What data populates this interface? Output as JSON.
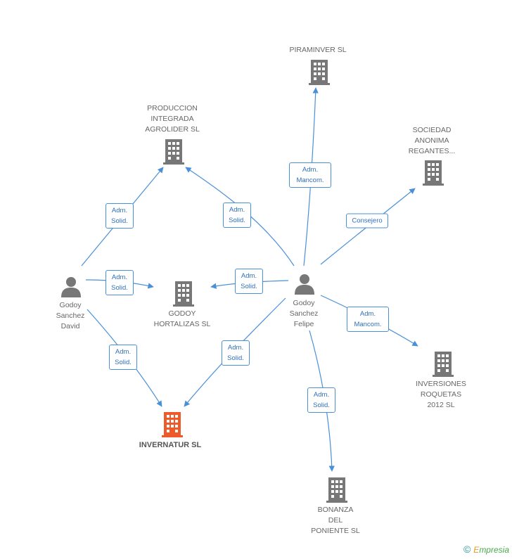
{
  "colors": {
    "edge": "#4a90d9",
    "building": "#777777",
    "focus_building": "#ee5a2a",
    "person": "#777777"
  },
  "nodes": {
    "piraminver": {
      "label": "PIRAMINVER SL",
      "icon": "building-icon"
    },
    "produccion": {
      "label": "PRODUCCION\nINTEGRADA\nAGROLIDER SL",
      "icon": "building-icon"
    },
    "sociedad": {
      "label": "SOCIEDAD\nANONIMA\nREGANTES...",
      "icon": "building-icon"
    },
    "david": {
      "label": "Godoy\nSanchez\nDavid",
      "icon": "person-icon"
    },
    "felipe": {
      "label": "Godoy\nSanchez\nFelipe",
      "icon": "person-icon"
    },
    "hortalizas": {
      "label": "GODOY\nHORTALIZAS SL",
      "icon": "building-icon"
    },
    "inversiones": {
      "label": "INVERSIONES\nROQUETAS\n2012 SL",
      "icon": "building-icon"
    },
    "invernatur": {
      "label": "INVERNATUR SL",
      "icon": "building-icon"
    },
    "bonanza": {
      "label": "BONANZA\nDEL\nPONIENTE SL",
      "icon": "building-icon"
    }
  },
  "edges": {
    "david_produccion": "Adm.\nSolid.",
    "felipe_produccion": "Adm.\nSolid.",
    "felipe_piraminver": "Adm.\nMancom.",
    "felipe_sociedad": "Consejero",
    "david_hortalizas": "Adm.\nSolid.",
    "felipe_hortalizas": "Adm.\nSolid.",
    "felipe_inversiones": "Adm.\nMancom.",
    "david_invernatur": "Adm.\nSolid.",
    "felipe_invernatur": "Adm.\nSolid.",
    "felipe_bonanza": "Adm.\nSolid."
  },
  "brand": {
    "copyright": "©",
    "name_e": "E",
    "name_rest": "mpresia"
  }
}
